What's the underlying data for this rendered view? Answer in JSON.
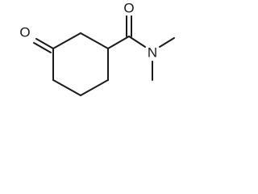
{
  "molecule": {
    "atoms": {
      "ketone_oxygen": "O",
      "amide_oxygen": "O",
      "amide_nitrogen": "N"
    }
  }
}
